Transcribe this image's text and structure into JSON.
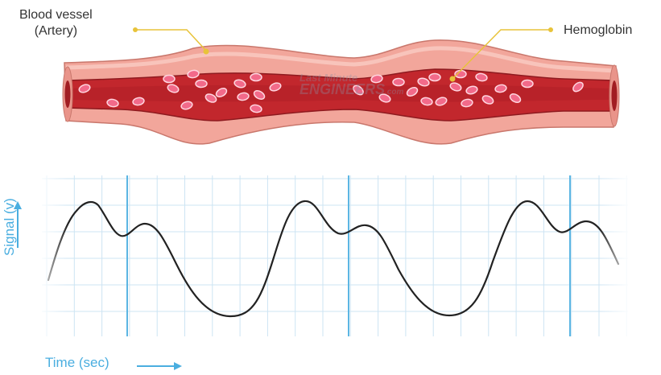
{
  "labels": {
    "blood_vessel_line1": "Blood vessel",
    "blood_vessel_line2": "(Artery)",
    "hemoglobin": "Hemoglobin"
  },
  "axes": {
    "xlabel": "Time (sec)",
    "ylabel": "Signal (v)"
  },
  "watermark": {
    "line1": "Last Minute",
    "line2": "ENGINEERS",
    "suffix": ".com"
  },
  "colors": {
    "accent": "#4aaee0",
    "leader": "#e8c33a",
    "vessel_outer": "#f2a69b",
    "vessel_dark": "#c2272d",
    "blood_cell": "#f26a8a",
    "grid_minor": "#cde4f3",
    "grid_major": "#5cb6e3",
    "signal": "#222222"
  }
}
